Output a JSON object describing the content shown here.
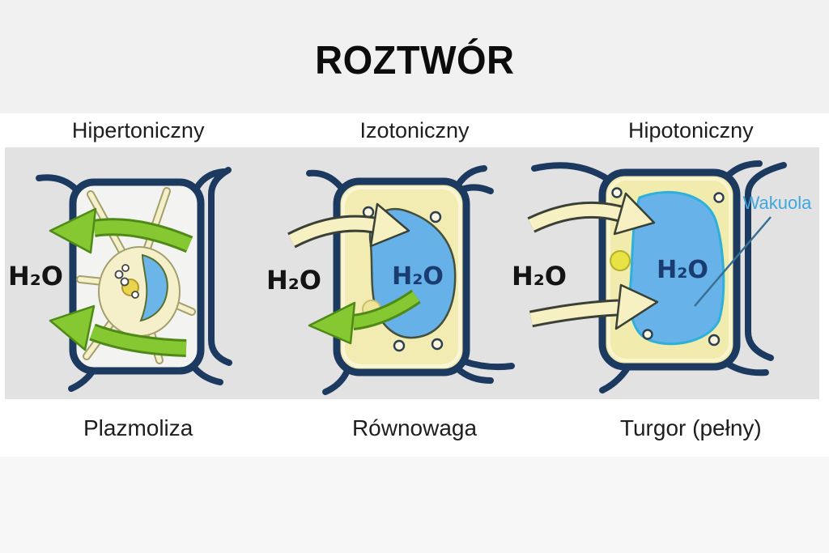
{
  "title": "ROZTWÓR",
  "panels": [
    {
      "top_label": "Hipertoniczny",
      "bottom_label": "Plazmoliza",
      "outside_water": "H₂O"
    },
    {
      "top_label": "Izotoniczny",
      "bottom_label": "Równowaga",
      "outside_water": "H₂O",
      "vacuole_water": "H₂O"
    },
    {
      "top_label": "Hipotoniczny",
      "bottom_label": "Turgor (pełny)",
      "outside_water": "H₂O",
      "vacuole_water": "H₂O",
      "vacuole_annotation": "Wakuola"
    }
  ],
  "colors": {
    "cell_wall_navy": "#1c3a5f",
    "cytoplasm_cream": "#f2ecb2",
    "vacuole_blue": "#66b2e9",
    "green_arrow": "#86c832",
    "cream_arrow": "#f7f0c2",
    "annotation_blue": "#3fa7dd",
    "vacuole_text_navy": "#1b3c70",
    "diagram_background": "#e3e2e3"
  }
}
